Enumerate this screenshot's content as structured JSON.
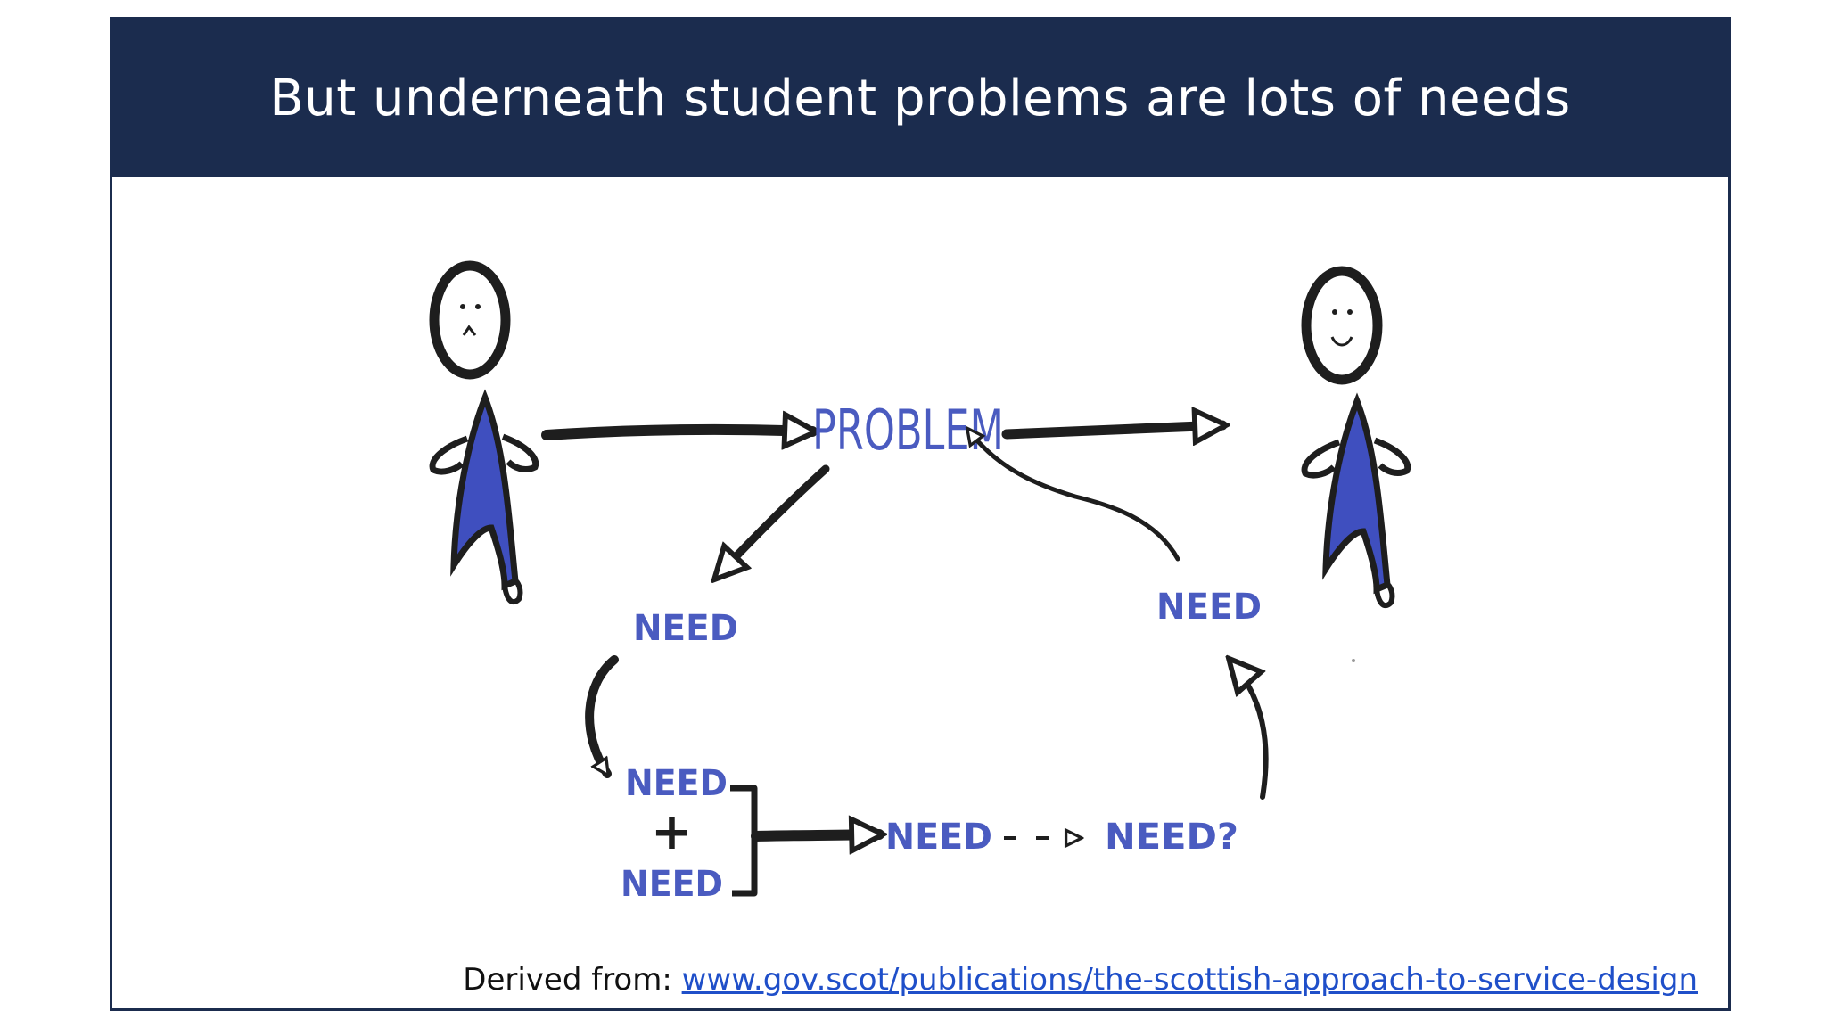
{
  "slide": {
    "title": "But underneath student problems are lots of needs"
  },
  "diagram": {
    "problem_label": "PROBLEM",
    "need_label": "NEED",
    "plus_label": "+",
    "need_question_label": "NEED?",
    "figure_color": "#3f4fbf",
    "ink_color": "#1e1e1e",
    "accent_color": "#4a5bc0"
  },
  "source": {
    "prefix": "Derived from:",
    "link_text": "www.gov.scot/publications/the-scottish-approach-to-service-design"
  },
  "colors": {
    "title_bar": "#1b2c4e",
    "link": "#1f4fc9"
  }
}
